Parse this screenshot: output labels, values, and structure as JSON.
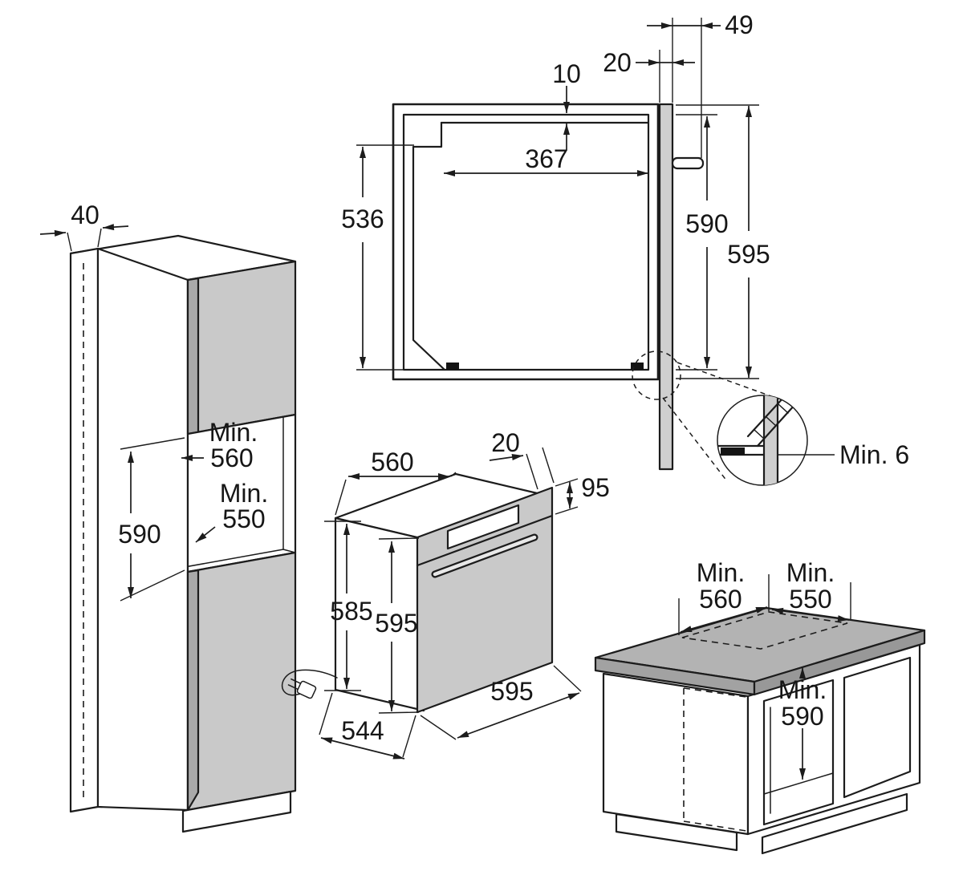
{
  "niche_front_view": {
    "dim_top_offset": "49",
    "dim_panel_gap": "20",
    "dim_vent_gap": "10",
    "dim_socket_zone": "367",
    "dim_inner_height": "536",
    "dim_niche_height": "590",
    "dim_outer_height": "595"
  },
  "detail_callout": {
    "label": "Min. 6"
  },
  "tall_cabinet": {
    "dim_front_edge": "40",
    "niche_width": {
      "prefix": "Min.",
      "value": "560"
    },
    "niche_depth": {
      "prefix": "Min.",
      "value": "550"
    },
    "dim_niche_height": "590"
  },
  "oven": {
    "dim_body_width": "560",
    "dim_fascia_overhang": "20",
    "dim_panel_height": "95",
    "dim_body_height": "585",
    "dim_front_height": "595",
    "dim_front_width": "595",
    "dim_body_depth": "544"
  },
  "base_cabinet": {
    "niche_width": {
      "prefix": "Min.",
      "value": "560"
    },
    "niche_depth": {
      "prefix": "Min.",
      "value": "550"
    },
    "niche_height": {
      "prefix": "Min.",
      "value": "590"
    }
  },
  "colors": {
    "line": "#1c1c1c",
    "door_gray": "#c9c9c9",
    "door_edge_gray": "#a9a9a9",
    "counter_gray": "#b3b3b3",
    "panel_gray": "#cfcfcf",
    "background": "#ffffff"
  }
}
